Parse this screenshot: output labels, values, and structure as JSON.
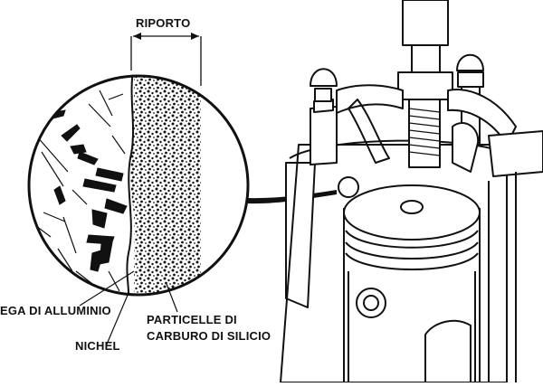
{
  "labels": {
    "riporto": "RIPORTO",
    "lega_alluminio": "EGA DI ALLUMINIO",
    "nichel": "NICHEL",
    "particelle_line1": "PARTICELLE DI",
    "particelle_line2": "CARBURO DI SILICIO"
  },
  "colors": {
    "ink": "#111111",
    "paper": "#ffffff"
  },
  "icons": {
    "magnifier": "magnified-cross-section-circle",
    "engine": "engine-cylinder-piston-illustration"
  }
}
